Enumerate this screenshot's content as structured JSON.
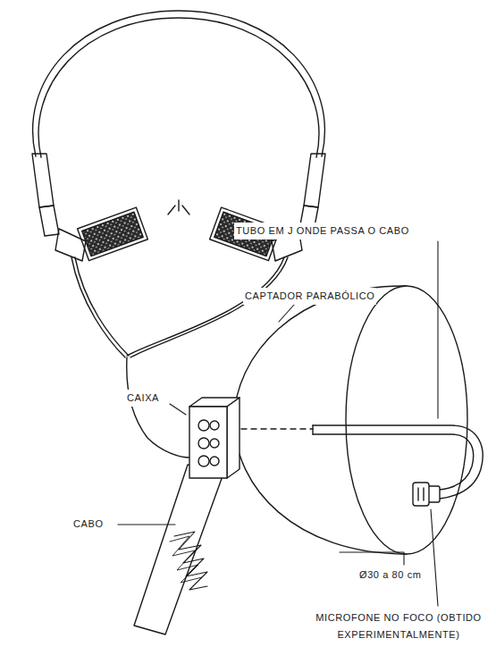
{
  "diagram": {
    "labels": [
      "TUBO EM J ONDE PASSA O CABO",
      "CAPTADOR PARABÓLICO",
      "CAIXA",
      "CABO",
      "Ø30 a 80 cm",
      "MICROFONE NO FOCO (OBTIDO EXPERIMENTALMENTE)"
    ]
  }
}
